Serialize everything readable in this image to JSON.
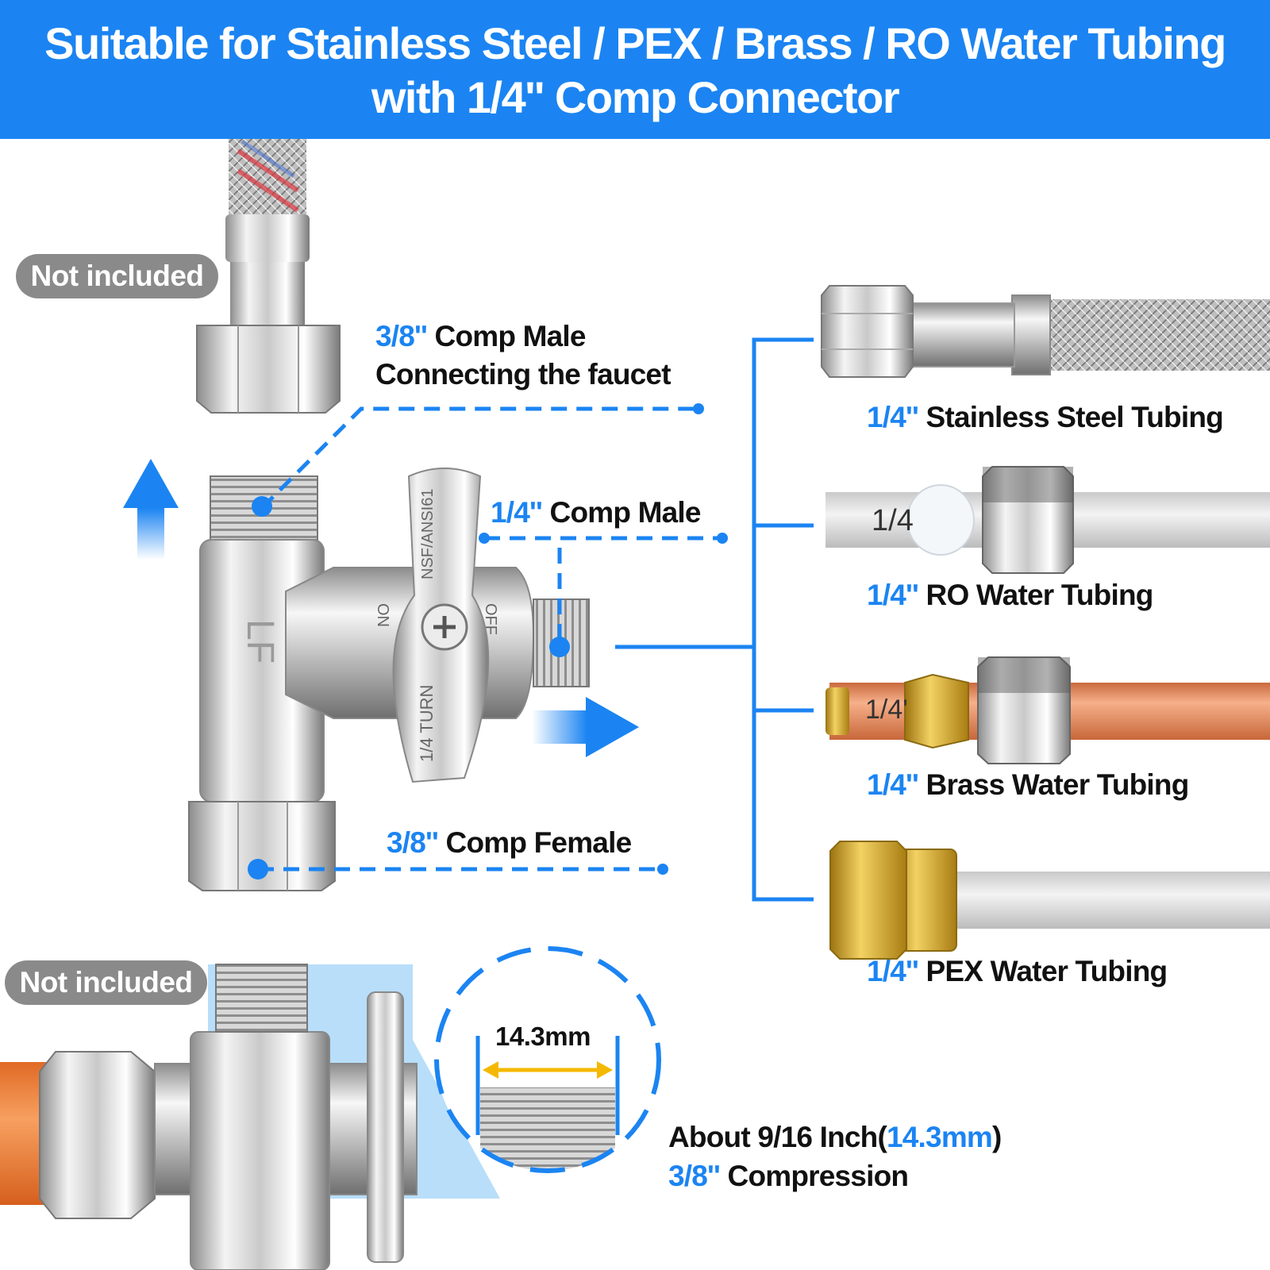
{
  "banner": {
    "line1": "Suitable for Stainless Steel  / PEX / Brass / RO Water Tubing",
    "line2": "with 1/4'' Comp Connector"
  },
  "badges": {
    "not_included_top": "Not included",
    "not_included_bottom": "Not included"
  },
  "valve_labels": {
    "comp_male_38": {
      "size": "3/8''",
      "text": "Comp Male"
    },
    "connecting_faucet": "Connecting the faucet",
    "comp_male_14": {
      "size": "1/4''",
      "text": "Comp Male"
    },
    "comp_female_38": {
      "size": "3/8''",
      "text": "Comp Female"
    }
  },
  "valve_markings": {
    "logo": "LF",
    "turn": "1/4 TURN",
    "off": "OFF",
    "on": "ON",
    "cert": "NSF/ANSI61"
  },
  "tubing": [
    {
      "size": "1/4''",
      "name": "Stainless Steel Tubing"
    },
    {
      "size": "1/4''",
      "name": "RO Water Tubing",
      "tube_mark": "1/4"
    },
    {
      "size": "1/4''",
      "name": "Brass Water Tubing",
      "tube_mark": "1/4'"
    },
    {
      "size": "1/4''",
      "name": "PEX Water Tubing"
    }
  ],
  "thread_detail": {
    "measurement": "14.3mm",
    "about_prefix": "About 9/16 Inch(",
    "about_value": "14.3mm",
    "about_suffix": ")",
    "compression_size": "3/8''",
    "compression_text": "Compression"
  },
  "colors": {
    "accent_blue": "#1b84f2",
    "badge_gray": "#8a8a8a",
    "measure_yellow": "#f5b800",
    "copper": "#e2875a",
    "orange_hose": "#f2823a",
    "brass": "#d4a017"
  }
}
